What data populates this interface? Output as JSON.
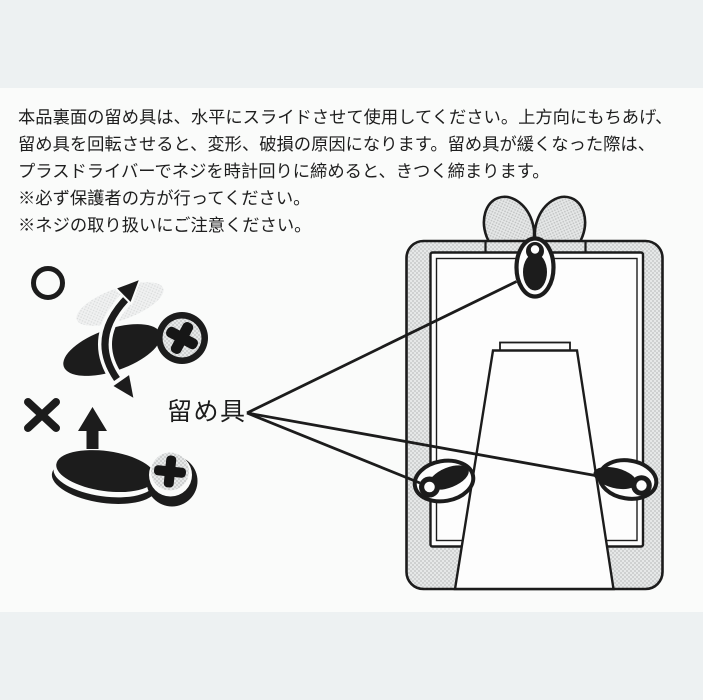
{
  "page": {
    "band_color": "#edf1f2",
    "content_background": "#fafbfa",
    "ink_color": "#1c1c1c",
    "halftone_gray": "#d9dbdb"
  },
  "instructions": {
    "lines": [
      "本品裏面の留め具は、水平にスライドさせて使用してください。上方向にもちあげ、",
      "留め具を回転させると、変形、破損の原因になります。留め具が緩くなった際は、",
      "プラスドライバーでネジを時計回りに締めると、きつく締まります。",
      "※必ず保護者の方が行ってください。",
      "※ネジの取り扱いにご注意ください。"
    ]
  },
  "diagram": {
    "fastener_label": "留め具",
    "icons": {
      "correct_mark": "circle-ok-icon",
      "incorrect_mark": "x-ng-icon",
      "slide_motion": "curved-double-arrow-icon",
      "lift_motion": "up-arrow-icon",
      "screw_head": "phillips-screw-icon"
    },
    "frame_parts": [
      "bow",
      "frame-back",
      "easel-stand",
      "fastener-top",
      "fastener-bottom-left",
      "fastener-bottom-right"
    ]
  }
}
